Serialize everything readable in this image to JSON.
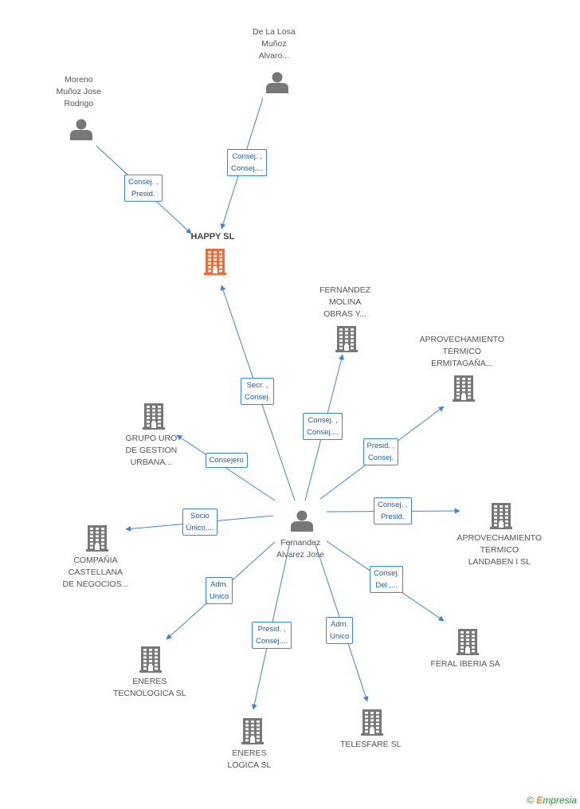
{
  "colors": {
    "edge": "#3b86d6",
    "node": "#777777",
    "main_company": "#f26b3a",
    "edge_label_text": "#1f5fa8"
  },
  "nodes": {
    "delalosa": {
      "type": "person",
      "lines": [
        "De La Losa",
        "Muñoz",
        "Alvaro..."
      ]
    },
    "moreno": {
      "type": "person",
      "lines": [
        "Moreno",
        "Muñoz Jose",
        "Rodrigo"
      ]
    },
    "happy": {
      "type": "company-main",
      "lines": [
        "HAPPY SL"
      ]
    },
    "fernandez_molina": {
      "type": "company",
      "lines": [
        "FERNANDEZ",
        "MOLINA",
        "OBRAS Y..."
      ]
    },
    "aprov_ermitagana": {
      "type": "company",
      "lines": [
        "APROVECHAMIENTO",
        "TERMICO",
        "ERMITAGAÑA..."
      ]
    },
    "grupo_uro": {
      "type": "company",
      "lines": [
        "GRUPO URO",
        "DE GESTION",
        "URBANA..."
      ]
    },
    "fernandez_alvarez": {
      "type": "person",
      "lines": [
        "Fernandez",
        "Alvarez Jose"
      ]
    },
    "aprov_landaben": {
      "type": "company",
      "lines": [
        "APROVECHAMIENTO",
        "TERMICO",
        "LANDABEN I SL"
      ]
    },
    "compania": {
      "type": "company",
      "lines": [
        "COMPAÑIA",
        "CASTELLANA",
        "DE NEGOCIOS..."
      ]
    },
    "feral": {
      "type": "company",
      "lines": [
        "FERAL IBERIA SA"
      ]
    },
    "eneres_tec": {
      "type": "company",
      "lines": [
        "ENERES",
        "TECNOLOGICA SL"
      ]
    },
    "eneres_log": {
      "type": "company",
      "lines": [
        "ENERES",
        "LOGICA SL"
      ]
    },
    "telesfare": {
      "type": "company",
      "lines": [
        "TELESFARE SL"
      ]
    }
  },
  "edges": [
    {
      "from": "delalosa",
      "to": "happy",
      "label": [
        "Consej. ,",
        "Consej...."
      ]
    },
    {
      "from": "moreno",
      "to": "happy",
      "label": [
        "Consej. ,",
        "Presid."
      ]
    },
    {
      "from": "fernandez_alvarez",
      "to": "happy",
      "label": [
        "Secr. ,",
        "Consej."
      ]
    },
    {
      "from": "fernandez_alvarez",
      "to": "fernandez_molina",
      "label": [
        "Consej. ,",
        "Consej...."
      ]
    },
    {
      "from": "fernandez_alvarez",
      "to": "aprov_ermitagana",
      "label": [
        "Presid. ,",
        "Consej."
      ]
    },
    {
      "from": "fernandez_alvarez",
      "to": "grupo_uro",
      "label": [
        "Consejero"
      ]
    },
    {
      "from": "fernandez_alvarez",
      "to": "aprov_landaben",
      "label": [
        "Consej. ,",
        "Presid."
      ]
    },
    {
      "from": "fernandez_alvarez",
      "to": "compania",
      "label": [
        "Socio",
        "Único,..."
      ]
    },
    {
      "from": "fernandez_alvarez",
      "to": "feral",
      "label": [
        "Consej.",
        "Del.,..."
      ]
    },
    {
      "from": "fernandez_alvarez",
      "to": "eneres_tec",
      "label": [
        "Adm.",
        "Unico"
      ]
    },
    {
      "from": "fernandez_alvarez",
      "to": "eneres_log",
      "label": [
        "Presid. ,",
        "Consej...."
      ]
    },
    {
      "from": "fernandez_alvarez",
      "to": "telesfare",
      "label": [
        "Adm.",
        "Unico"
      ]
    }
  ],
  "footer": {
    "copyright": "©",
    "brand_initial": "E",
    "brand_rest": "mpresia"
  }
}
